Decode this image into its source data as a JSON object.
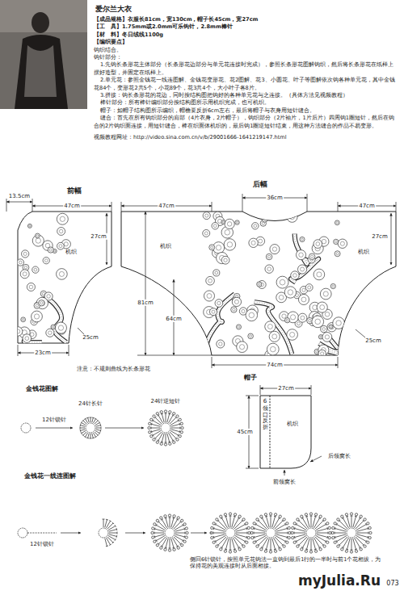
{
  "diagram": {
    "title": "爱尔兰大衣",
    "labels": [
      "【成品规格】衣服长81cm，宽130cm，帽子长45cm，宽27cm",
      "【工　具】1.75mm或2.0mm可乐钩针，2.8mm棒针",
      "【材　料】冬日绒线1100g",
      "【编织要点】",
      "钩织结合。",
      "钩针部分：",
      "1.先钩长条形花主体部分（长条形花边部分与单元花连接时完成），参照长条形花图解钩织，然后将长条形花在纸样上摆好造型，并固定在纸样上。",
      "2.单元花：参照金钱花一线连图解、金钱花变形花、花2图解、花3、小圆花、叶子等图解依次钩各种单元花，其中金钱花84个，变形花2共5个，小花89个，花3共4个，大小叶子各8片。",
      "3.拼接：钩长条形花的花边，同时按结构图把钩好的各种单元花与之连接。（具体方法见视频教程）",
      "棒针部分：所有棒针编织部分按结构图所示用机织完成，也可机织。",
      "帽子：如帽子结构图所示编织，帽檐要反折6cm左右，最后将帽子与衣身用短针缝合。",
      "缝合：首先在所有钩织部分的肩部（4片衣身，2片帽子），钩织部分（2片袖片，1片后片）四周钩1圈短针，然后在钩合的2片钩织面连接，用短针缝合，棒在织面体机织的，最后钩1圈逆短针结束，用这种方法缝合的作品不易变形。",
      "视频教程网址：http://video.sina.com.cn/v/b/29001666-1641219147.html",
      "前幅",
      "13.5cm",
      "47cm",
      "27cm",
      "机织",
      "64cm",
      "81cm",
      "23cm",
      "25cm",
      "后幅",
      "36cm",
      "47cm",
      "47cm",
      "27cm",
      "机织",
      "机织",
      "74cm",
      "25cm",
      "注意：不规则曲线为长条形花",
      "帽子",
      "27cm",
      "6",
      "领口反折",
      "45cm",
      "机织",
      "后领窝长",
      "前领窝长",
      "金钱花图解",
      "12针锁针",
      "24针长针",
      "24针逆短针",
      "金钱花一线连图解",
      "12针锁针",
      "侧回6针锁针，按照单元花钩法一直钩到最后1行的一半时与前1个花相拔，为保持花的美观连接时从后面相接。",
      "myJulia.Ru",
      "073"
    ]
  }
}
